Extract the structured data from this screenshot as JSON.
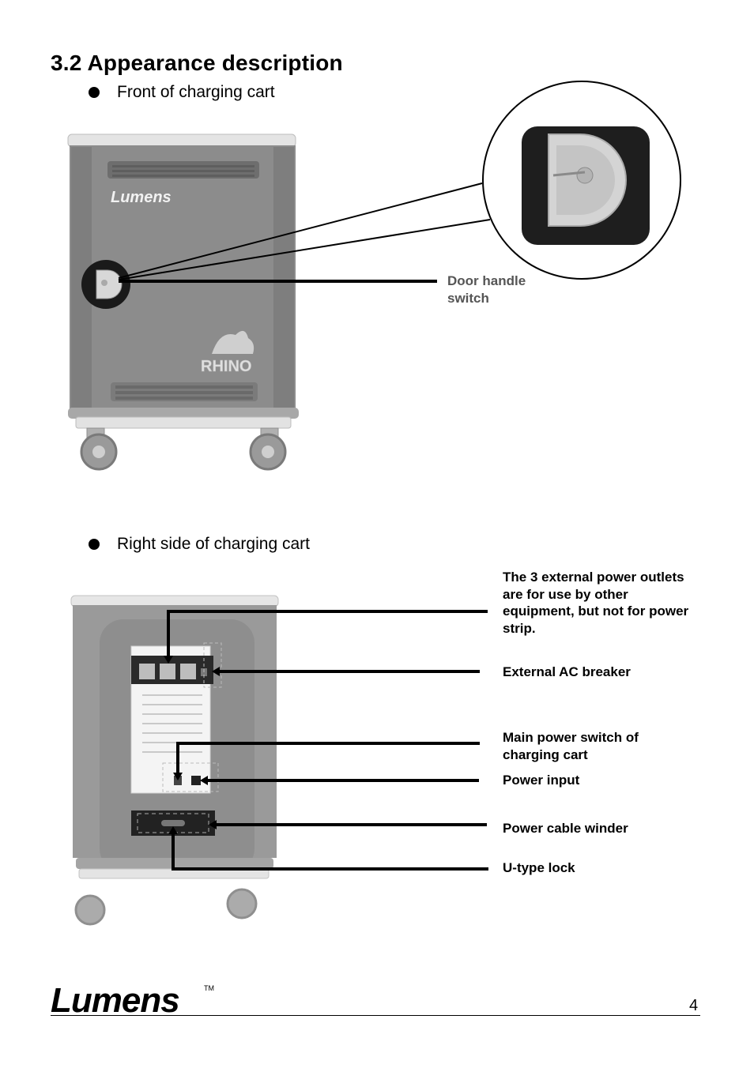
{
  "heading": "3.2  Appearance description",
  "sections": {
    "front": {
      "title": "Front of charging cart",
      "brand_on_cart": "Lumens",
      "rhino_logo": "RHINO",
      "callouts": {
        "door_handle": "Door handle switch"
      }
    },
    "right_side": {
      "title": "Right side of charging cart",
      "callouts": {
        "outlets": "The 3 external power outlets are for use by other equipment, but not for power strip.",
        "breaker": "External AC breaker",
        "main_switch": "Main power switch of charging cart",
        "power_input": "Power input",
        "cable_winder": "Power cable winder",
        "u_lock": "U-type lock"
      }
    }
  },
  "footer": {
    "logo": "Lumens",
    "trademark": "TM",
    "page_number": "4"
  },
  "colors": {
    "cart_body": "#8a8a8a",
    "cart_trim": "#e6e6e6",
    "callout_gray": "#555555"
  },
  "icons": {
    "bullet": "filled-circle-bullet",
    "zoom": "magnifier-circle-handle"
  }
}
